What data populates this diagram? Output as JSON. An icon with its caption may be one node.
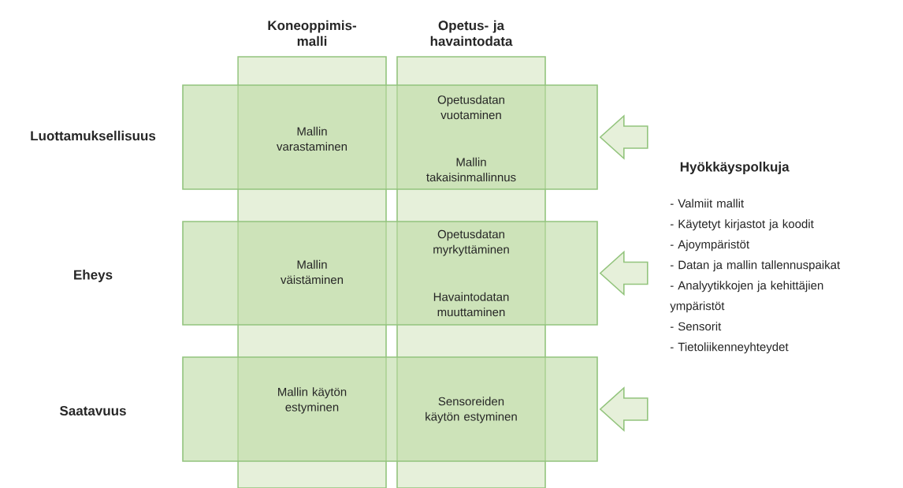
{
  "diagram": {
    "nodes": [
      {
        "text": [
          "Koneoppimis- malli"
        ]
      },
      {
        "text": [
          "Opetus- ja havaintodata"
        ]
      },
      {
        "text": [
          "Luottamuksellisuus"
        ]
      },
      {
        "text": [
          "Mallin varastaminen",
          "Opetusdatan vuotaminen",
          "Mallin takaisinmallinnus"
        ]
      },
      {
        "text": [
          "Eheys"
        ]
      },
      {
        "text": [
          "Mallin väistäminen",
          "Opetusdatan myrkyttäminen",
          "Havaintodatan muuttaminen"
        ]
      },
      {
        "text": [
          "Saatavuus"
        ]
      },
      {
        "text": [
          "Mallin käytön estyminen",
          "Sensoreiden käytön estyminen"
        ]
      }
    ],
    "edges": [
      {
        "from": null,
        "to": 3,
        "arrow": "to"
      },
      {
        "from": null,
        "to": 5,
        "arrow": "to"
      },
      {
        "from": null,
        "to": 7,
        "arrow": "to"
      }
    ],
    "labels": [
      "Hyökkäyspolkuja",
      "- Valmiit mallit",
      "- Käytetyt kirjastot ja koodit",
      "- Ajoympäristöt",
      "- Datan ja mallin tallennuspaikat",
      "- Analyytikkojen ja kehittäjien ympäristöt",
      "- Sensorit",
      "- Tietoliikenneyhteydet"
    ]
  }
}
